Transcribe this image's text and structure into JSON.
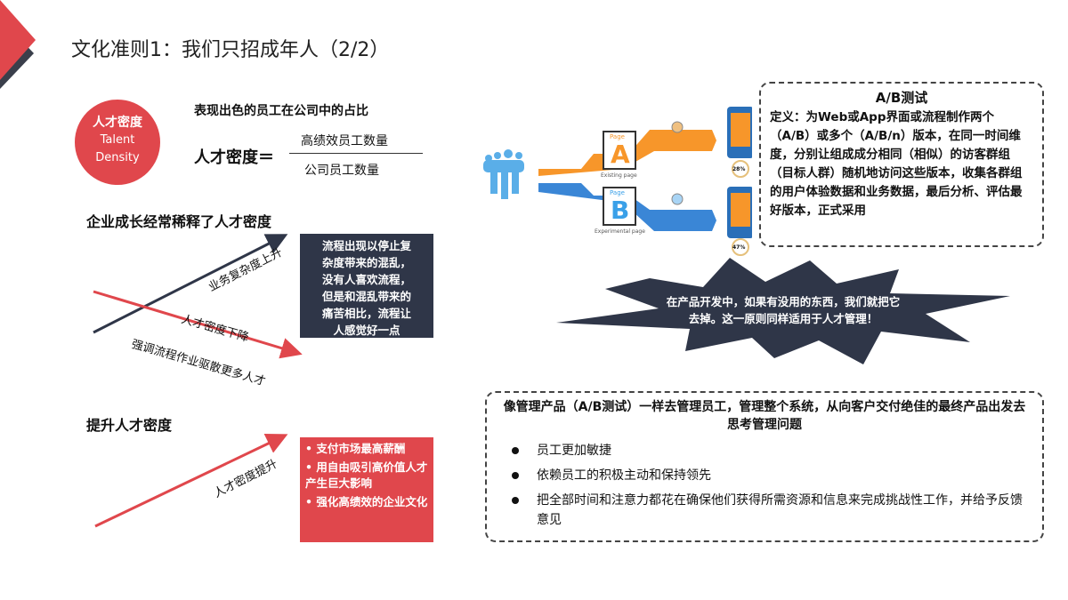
{
  "title": "文化准则1：我们只招成年人（2/2）",
  "circle": {
    "cn": "人才密度",
    "en1": "Talent",
    "en2": "Density"
  },
  "formula": {
    "caption": "表现出色的员工在公司中的占比",
    "lhs": "人才密度＝",
    "numerator": "高绩效员工数量",
    "denominator": "公司员工数量"
  },
  "section1": {
    "heading": "企业成长经常稀释了人才密度",
    "up_label": "业务复杂度上升",
    "down_label1": "人才密度下降",
    "down_label2": "强调流程作业驱散更多人才",
    "box": [
      "流程出现以停止复",
      "杂度带来的混乱，",
      "没有人喜欢流程，",
      "但是和混乱带来的",
      "痛苦相比，流程让",
      "人感觉好一点"
    ]
  },
  "section2": {
    "heading": "提升人才密度",
    "up_label": "人才密度提升",
    "box": [
      "• 支付市场最高薪酬",
      "• 用自由吸引高价值人才产生巨大影响",
      "• 强化高绩效的企业文化"
    ]
  },
  "ab_image": {
    "page_a_label": "Page",
    "page_a": "A",
    "page_a_caption": "Existing page",
    "page_b_label": "Page",
    "page_b": "B",
    "page_b_caption": "Experimental page",
    "rate_a": "28%",
    "rate_b": "47%",
    "colors": {
      "a": "#f7962a",
      "b": "#3a86d6"
    }
  },
  "ab_box": {
    "title": "A/B测试",
    "definition_label": "定义：",
    "definition": "为Web或App界面或流程制作两个（A/B）或多个（A/B/n）版本，在同一时间维度，分别让组成成分相同（相似）的访客群组（目标人群）随机地访问这些版本，收集各群组的用户体验数据和业务数据，最后分析、评估最好版本，正式采用"
  },
  "star": {
    "text": "在产品开发中，如果有没用的东西，我们就把它去掉。这一原则同样适用于人才管理！"
  },
  "bottom": {
    "heading": "像管理产品（A/B测试）一样去管理员工，管理整个系统，从向客户交付绝佳的最终产品出发去思考管理问题",
    "items": [
      "员工更加敏捷",
      "依赖员工的积极主动和保持领先",
      "把全部时间和注意力都花在确保他们获得所需资源和信息来完成挑战性工作，并给予反馈意见"
    ]
  },
  "colors": {
    "red": "#e0474c",
    "dark": "#2f3648"
  }
}
